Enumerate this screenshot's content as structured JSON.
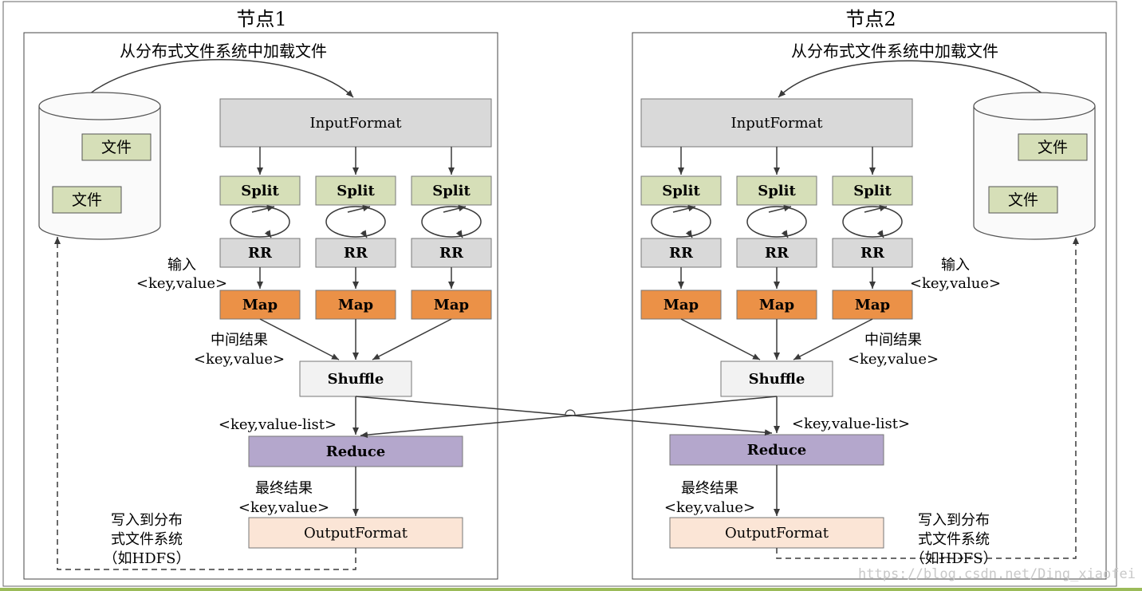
{
  "colors": {
    "input_format": "#d9d9d9",
    "split": "#d6dfb8",
    "rr": "#d9d9d9",
    "map": "#eb9147",
    "shuffle": "#f2f2f2",
    "reduce": "#b4a7cc",
    "output_format": "#fbe5d6",
    "file_box": "#d6dfb8",
    "line": "#3a3a3a"
  },
  "node1": {
    "title": "节点1",
    "load_label": "从分布式文件系统中加载文件",
    "file_label_1": "文件",
    "file_label_2": "文件",
    "input_format": "InputFormat",
    "splits": [
      "Split",
      "Split",
      "Split"
    ],
    "rrs": [
      "RR",
      "RR",
      "RR"
    ],
    "maps": [
      "Map",
      "Map",
      "Map"
    ],
    "input_kv_1": "输入",
    "input_kv_2": "<key,value>",
    "mid_result_1": "中间结果",
    "mid_result_2": "<key,value>",
    "shuffle": "Shuffle",
    "kv_list": "<key,value-list>",
    "reduce": "Reduce",
    "final_result_1": "最终结果",
    "final_result_2": "<key,value>",
    "output_format": "OutputFormat",
    "write_1": "写入到分布",
    "write_2": "式文件系统",
    "write_3": "（如HDFS）"
  },
  "node2": {
    "title": "节点2",
    "load_label": "从分布式文件系统中加载文件",
    "file_label_1": "文件",
    "file_label_2": "文件",
    "input_format": "InputFormat",
    "splits": [
      "Split",
      "Split",
      "Split"
    ],
    "rrs": [
      "RR",
      "RR",
      "RR"
    ],
    "maps": [
      "Map",
      "Map",
      "Map"
    ],
    "input_kv_1": "输入",
    "input_kv_2": "<key,value>",
    "mid_result_1": "中间结果",
    "mid_result_2": "<key,value>",
    "shuffle": "Shuffle",
    "kv_list": "<key,value-list>",
    "reduce": "Reduce",
    "final_result_1": "最终结果",
    "final_result_2": "<key,value>",
    "output_format": "OutputFormat",
    "write_1": "写入到分布",
    "write_2": "式文件系统",
    "write_3": "（如HDFS）"
  },
  "watermark": "https://blog.csdn.net/Ding_xiaofei"
}
